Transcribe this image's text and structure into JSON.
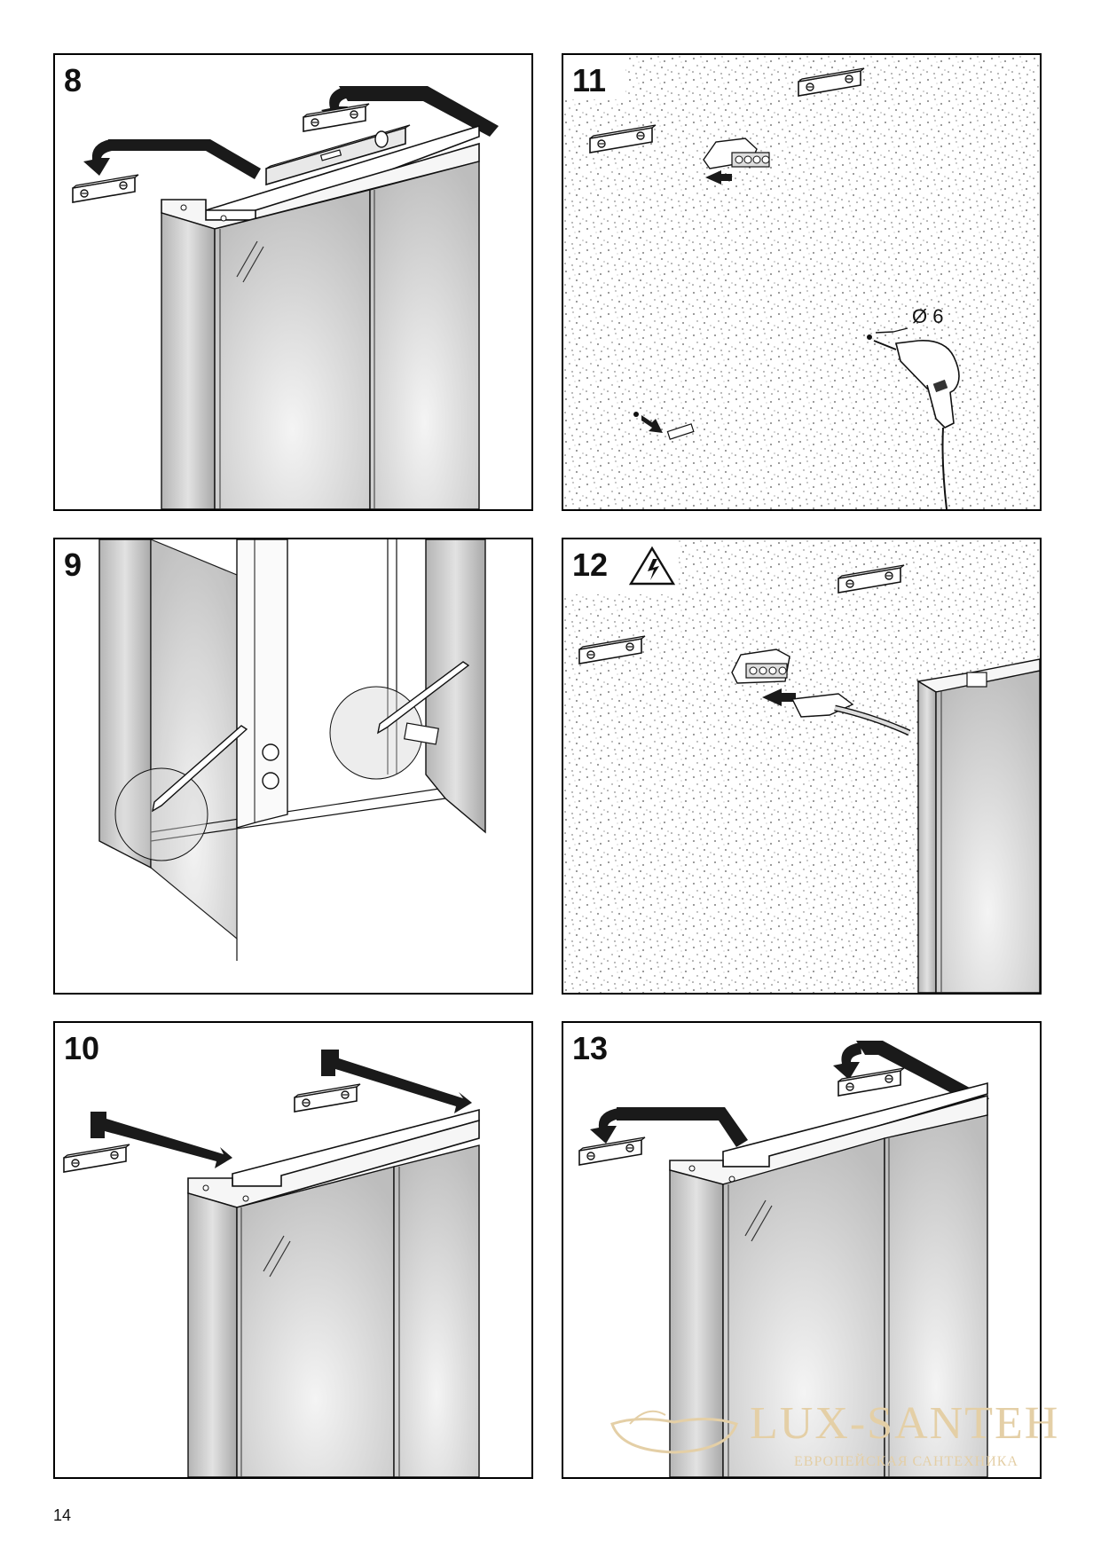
{
  "panels": [
    {
      "step": "8"
    },
    {
      "step": "11"
    },
    {
      "step": "9"
    },
    {
      "step": "12"
    },
    {
      "step": "10"
    },
    {
      "step": "13"
    }
  ],
  "drill_diameter_label": "Ø 6",
  "page_number": "14",
  "watermark": {
    "title": "LUX-SANTEH",
    "subtitle": "ЕВРОПЕЙСКАЯ САНТЕХНИКА"
  },
  "icons": [
    "electrical-hazard-warning-icon",
    "drill-icon",
    "pencil-icon",
    "spirit-level-icon",
    "bracket-icon"
  ],
  "colors": {
    "border": "#000000",
    "mirror": "#cfcfcf",
    "arrow": "#1a1a1a",
    "watermark": "#e4cfa6"
  }
}
